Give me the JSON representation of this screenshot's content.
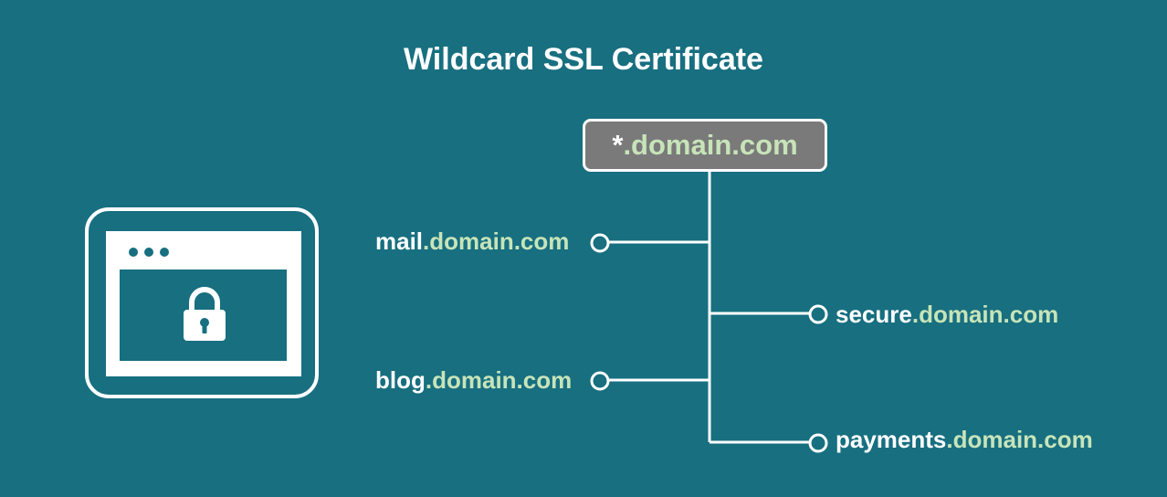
{
  "diagram": {
    "title": "Wildcard SSL Certificate",
    "root": {
      "prefix": "*",
      "domain": ".domain.com"
    },
    "subdomains": [
      {
        "id": "mail",
        "sub": "mail",
        "domain": ".domain.com"
      },
      {
        "id": "secure",
        "sub": "secure",
        "domain": ".domain.com"
      },
      {
        "id": "blog",
        "sub": "blog",
        "domain": ".domain.com"
      },
      {
        "id": "payments",
        "sub": "payments",
        "domain": ".domain.com"
      }
    ]
  },
  "icons": [
    "browser-window-icon",
    "padlock-icon"
  ],
  "colors": {
    "background": "#176f80",
    "root_box": "#7a7a7a",
    "domain_text": "#c7e4b9",
    "foreground": "#ffffff"
  }
}
